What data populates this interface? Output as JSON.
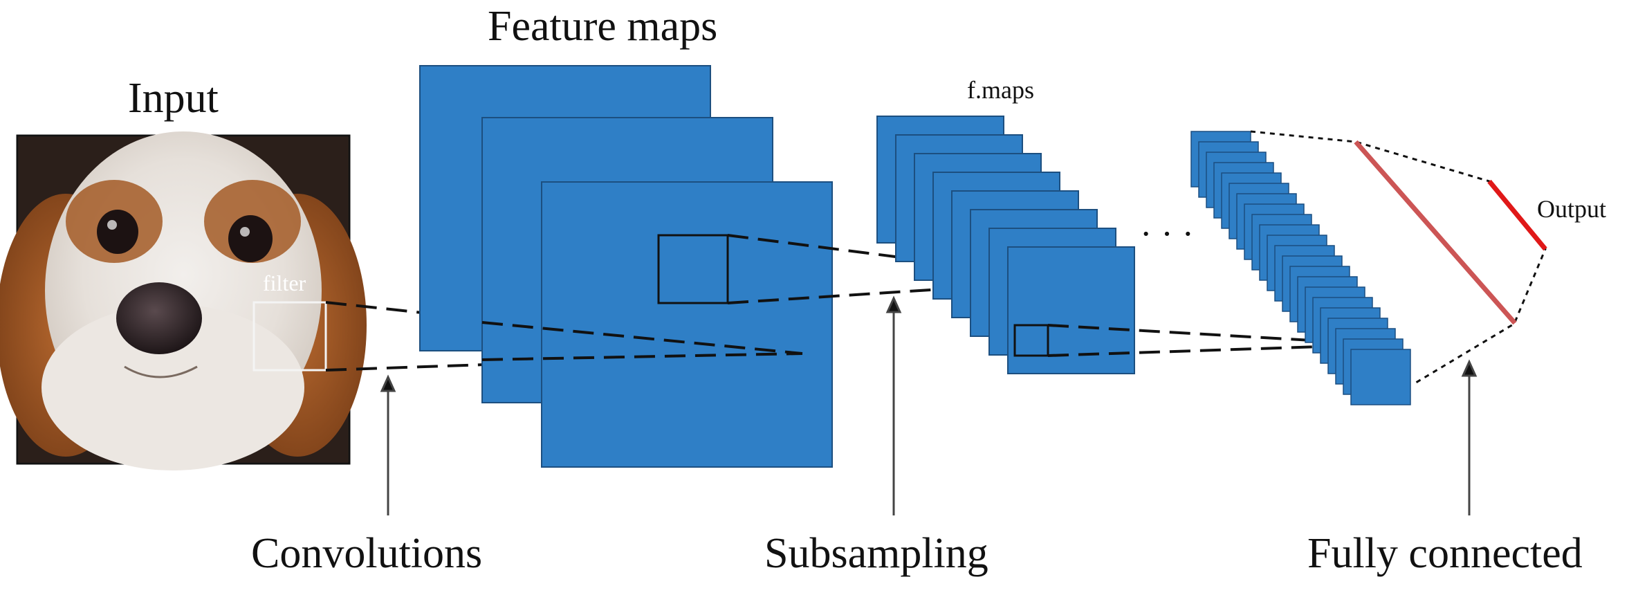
{
  "labels": {
    "input": "Input",
    "feature_maps": "Feature maps",
    "f_maps": "f.maps",
    "filter": "filter",
    "output": "Output",
    "ellipsis": "· · ·",
    "convolutions": "Convolutions",
    "subsampling": "Subsampling",
    "fully_connected": "Fully connected"
  },
  "colors": {
    "map_fill": "#2f7fc6",
    "map_stroke": "#1c4f80",
    "fc_line": "#cc5555",
    "output_line": "#e01818"
  },
  "icons": {
    "input_image": "dog-photo"
  }
}
